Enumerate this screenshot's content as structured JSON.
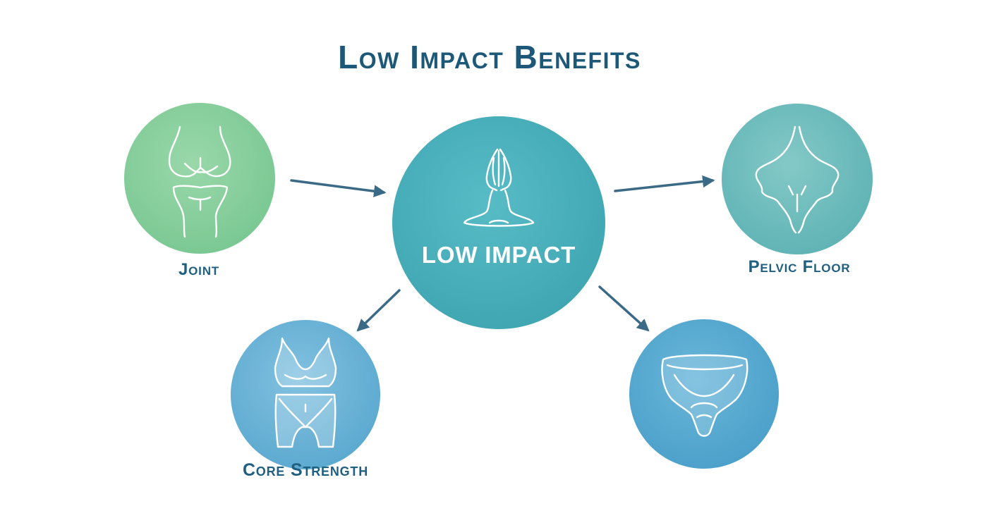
{
  "title": "Low Impact Benefits",
  "center": {
    "label": "LOW IMPACT",
    "icon": "meditation-pose-icon",
    "color": "#4aafbb"
  },
  "nodes": {
    "joint": {
      "label": "Joint",
      "icon": "knee-joint-icon",
      "color": "#86cf9a"
    },
    "pelvic_floor": {
      "label": "Pelvic Floor",
      "icon": "pelvis-icon",
      "color": "#6dbcbc"
    },
    "core_strength": {
      "label": "Core Strength",
      "icon": "torso-icon",
      "color": "#6ab3d6"
    },
    "bottom_right": {
      "label": "",
      "icon": "pelvic-bowl-icon",
      "color": "#55aacf"
    }
  },
  "colors": {
    "title": "#1e5878",
    "labels": "#1f5f80",
    "arrows": "#3b6a86",
    "line_art": "#ffffff"
  }
}
